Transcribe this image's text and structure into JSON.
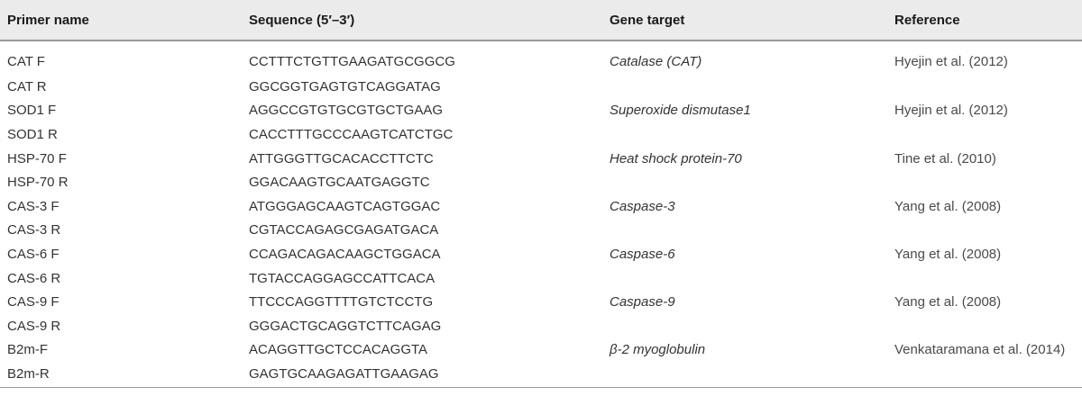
{
  "table": {
    "headers": {
      "primer_name": "Primer name",
      "sequence": "Sequence (5′–3′)",
      "gene_target": "Gene target",
      "reference": "Reference"
    },
    "rows": [
      {
        "primer": "CAT F",
        "sequence": "CCTTTCTGTTGAAGATGCGGCG",
        "target": "Catalase (CAT)",
        "reference": "Hyejin et al. (2012)"
      },
      {
        "primer": "CAT R",
        "sequence": "GGCGGTGAGTGTCAGGATAG",
        "target": "",
        "reference": ""
      },
      {
        "primer": "SOD1 F",
        "sequence": "AGGCCGTGTGCGTGCTGAAG",
        "target": "Superoxide dismutase1",
        "reference": "Hyejin et al. (2012)"
      },
      {
        "primer": "SOD1 R",
        "sequence": "CACCTTTGCCCAAGTCATCTGC",
        "target": "",
        "reference": ""
      },
      {
        "primer": "HSP-70 F",
        "sequence": "ATTGGGTTGCACACCTTCTC",
        "target": "Heat shock protein-70",
        "reference": "Tine et al. (2010)"
      },
      {
        "primer": "HSP-70 R",
        "sequence": "GGACAAGTGCAATGAGGTC",
        "target": "",
        "reference": ""
      },
      {
        "primer": "CAS-3 F",
        "sequence": "ATGGGAGCAAGTCAGTGGAC",
        "target": "Caspase-3",
        "reference": "Yang et al. (2008)"
      },
      {
        "primer": "CAS-3 R",
        "sequence": "CGTACCAGAGCGAGATGACA",
        "target": "",
        "reference": ""
      },
      {
        "primer": "CAS-6 F",
        "sequence": "CCAGACAGACAAGCTGGACA",
        "target": "Caspase-6",
        "reference": "Yang et al. (2008)"
      },
      {
        "primer": "CAS-6 R",
        "sequence": "TGTACCAGGAGCCATTCACA",
        "target": "",
        "reference": ""
      },
      {
        "primer": "CAS-9 F",
        "sequence": "TTCCCAGGTTTTGTCTCCTG",
        "target": "Caspase-9",
        "reference": "Yang et al. (2008)"
      },
      {
        "primer": "CAS-9 R",
        "sequence": "GGGACTGCAGGTCTTCAGAG",
        "target": "",
        "reference": ""
      },
      {
        "primer": "B2m-F",
        "sequence": "ACAGGTTGCTCCACAGGTA",
        "target": "β-2 myoglobulin",
        "reference": "Venkataramana et al. (2014)"
      },
      {
        "primer": "B2m-R",
        "sequence": "GAGTGCAAGAGATTGAAGAG",
        "target": "",
        "reference": ""
      }
    ]
  }
}
